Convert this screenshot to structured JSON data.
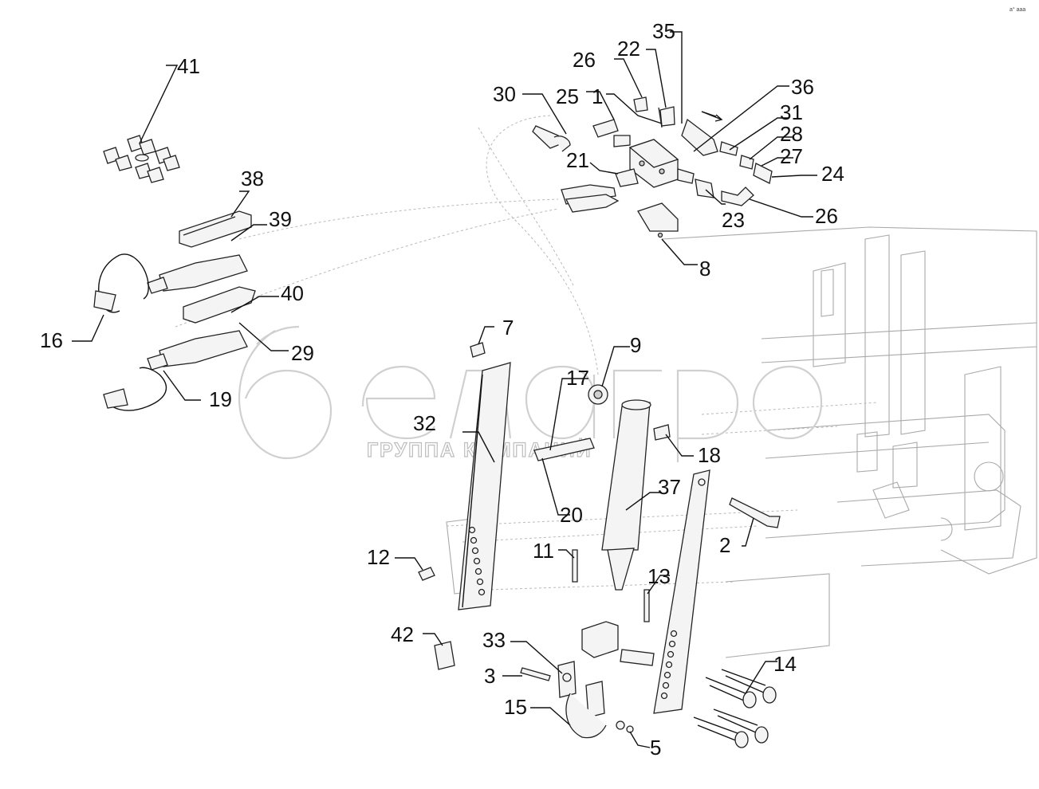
{
  "corner_code": "а° ааа",
  "watermark": {
    "name": "белагро",
    "subtitle": "ГРУППА КОМПАНИЙ"
  },
  "callouts": [
    {
      "id": "c1",
      "text": "1"
    },
    {
      "id": "c2",
      "text": "2"
    },
    {
      "id": "c3",
      "text": "3"
    },
    {
      "id": "c5",
      "text": "5"
    },
    {
      "id": "c7",
      "text": "7"
    },
    {
      "id": "c8",
      "text": "8"
    },
    {
      "id": "c9",
      "text": "9"
    },
    {
      "id": "c11",
      "text": "11"
    },
    {
      "id": "c12",
      "text": "12"
    },
    {
      "id": "c13",
      "text": "13"
    },
    {
      "id": "c14",
      "text": "14"
    },
    {
      "id": "c15",
      "text": "15"
    },
    {
      "id": "c16",
      "text": "16"
    },
    {
      "id": "c17",
      "text": "17"
    },
    {
      "id": "c18",
      "text": "18"
    },
    {
      "id": "c19",
      "text": "19"
    },
    {
      "id": "c20",
      "text": "20"
    },
    {
      "id": "c21",
      "text": "21"
    },
    {
      "id": "c22",
      "text": "22"
    },
    {
      "id": "c23",
      "text": "23"
    },
    {
      "id": "c24",
      "text": "24"
    },
    {
      "id": "c25",
      "text": "25"
    },
    {
      "id": "c26a",
      "text": "26"
    },
    {
      "id": "c26b",
      "text": "26"
    },
    {
      "id": "c27",
      "text": "27"
    },
    {
      "id": "c28",
      "text": "28"
    },
    {
      "id": "c29",
      "text": "29"
    },
    {
      "id": "c30",
      "text": "30"
    },
    {
      "id": "c31",
      "text": "31"
    },
    {
      "id": "c32",
      "text": "32"
    },
    {
      "id": "c33",
      "text": "33"
    },
    {
      "id": "c35",
      "text": "35"
    },
    {
      "id": "c36",
      "text": "36"
    },
    {
      "id": "c37",
      "text": "37"
    },
    {
      "id": "c38",
      "text": "38"
    },
    {
      "id": "c39",
      "text": "39"
    },
    {
      "id": "c40",
      "text": "40"
    },
    {
      "id": "c41",
      "text": "41"
    },
    {
      "id": "c42",
      "text": "42"
    }
  ]
}
